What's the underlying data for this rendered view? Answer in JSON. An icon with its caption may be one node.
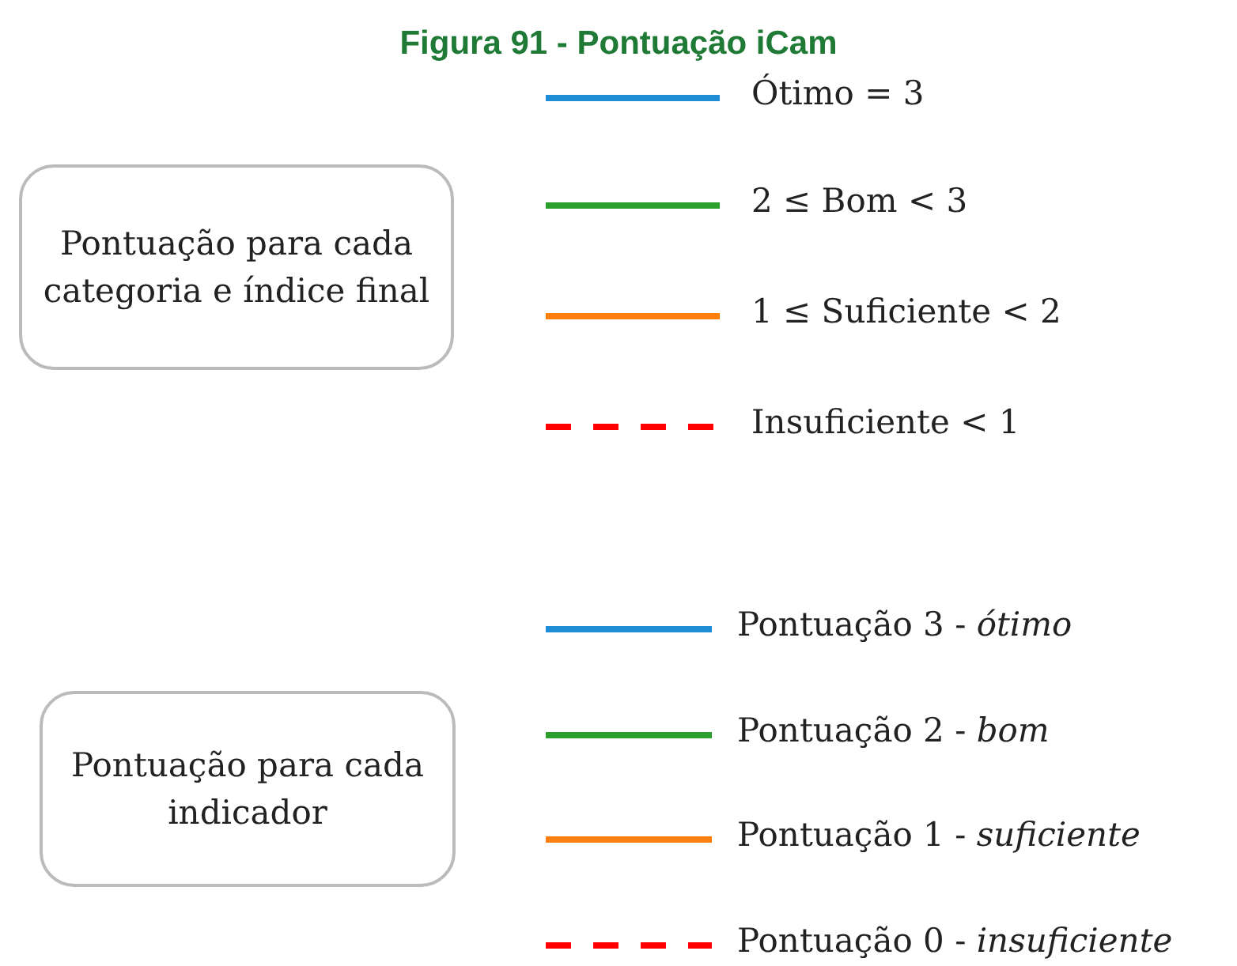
{
  "diagram": {
    "title": "Figura 91 - Pontuação iCam",
    "nodes": [
      {
        "text": [
          "Pontuação para cada categoria e índice final"
        ]
      },
      {
        "text": [
          "Pontuação para cada indicador"
        ]
      }
    ],
    "edges": [],
    "legend": [
      {
        "text": "Ótimo = 3",
        "color": "#1f8dd6"
      },
      {
        "text": "2 ≤ Bom < 3",
        "color": "#2ca02c"
      },
      {
        "text": "1 ≤ Suficiente < 2",
        "color": "#ff7f0e"
      },
      {
        "text": "Insuficiente < 1",
        "color": "#ff0000"
      },
      {
        "text": "Pontuação 3 - *ótimo*",
        "color": "#1f8dd6"
      },
      {
        "text": "Pontuação 2 - *bom*",
        "color": "#2ca02c"
      },
      {
        "text": "Pontuação 1 - *suficiente*",
        "color": "#ff7f0e"
      },
      {
        "text": "Pontuação 0 - *insuficiente*",
        "color": "#ff0000"
      }
    ]
  }
}
